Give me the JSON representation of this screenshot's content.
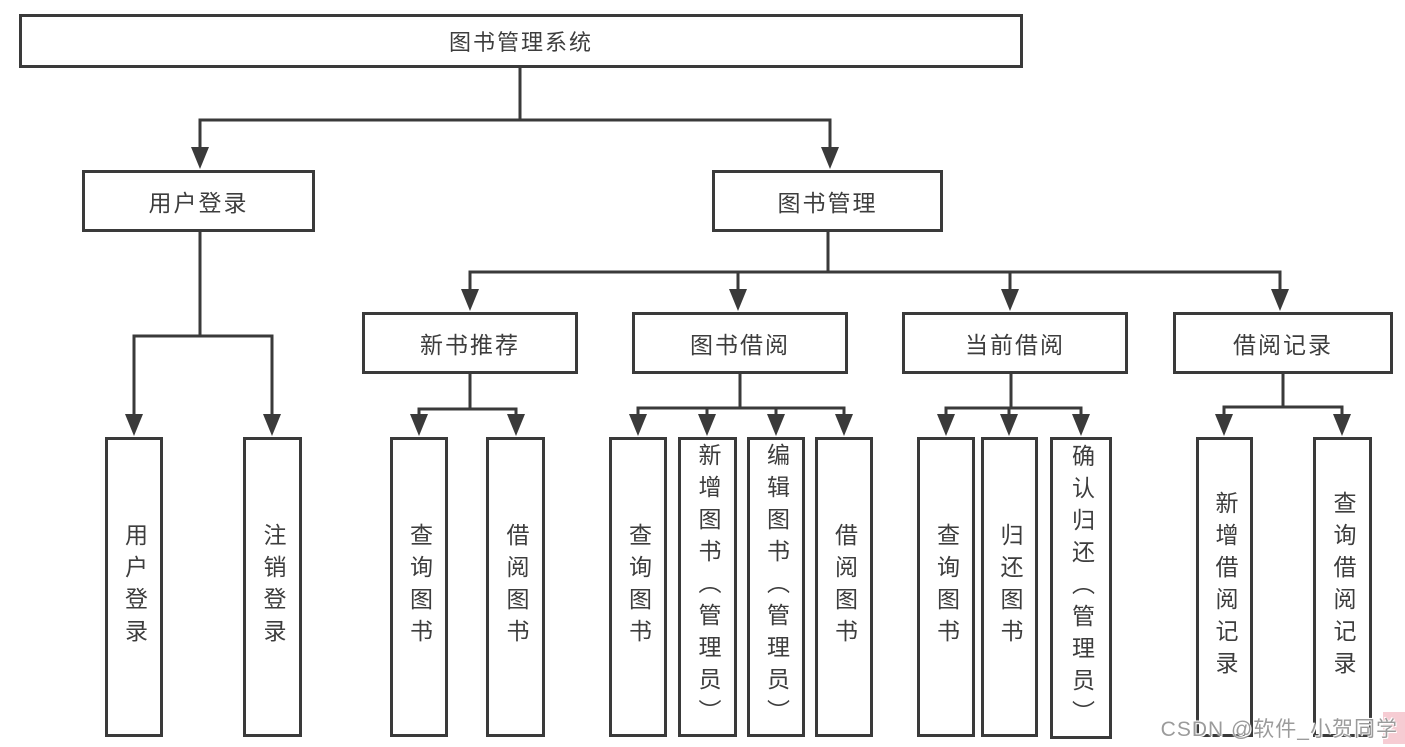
{
  "root": {
    "label": "图书管理系统"
  },
  "branches": {
    "user_login": {
      "label": "用户登录",
      "children": [
        "用户登录",
        "注销登录"
      ]
    },
    "book_mgmt": {
      "label": "图书管理"
    }
  },
  "modules": [
    {
      "label": "新书推荐",
      "children": [
        "查询图书",
        "借阅图书"
      ]
    },
    {
      "label": "图书借阅",
      "children": [
        "查询图书",
        "新增图书（管理员）",
        "编辑图书（管理员）",
        "借阅图书"
      ]
    },
    {
      "label": "当前借阅",
      "children": [
        "查询图书",
        "归还图书",
        "确认归还（管理员）"
      ]
    },
    {
      "label": "借阅记录",
      "children": [
        "新增借阅记录",
        "查询借阅记录"
      ]
    }
  ],
  "watermark": {
    "text": "CSDN @软件_小贺同学"
  },
  "colors": {
    "line": "#3a3a3a",
    "node_text": "#3d3d3d",
    "background": "#ffffff",
    "watermark_text": "#9b9b9b",
    "watermark_highlight": "#f6ccd3"
  }
}
